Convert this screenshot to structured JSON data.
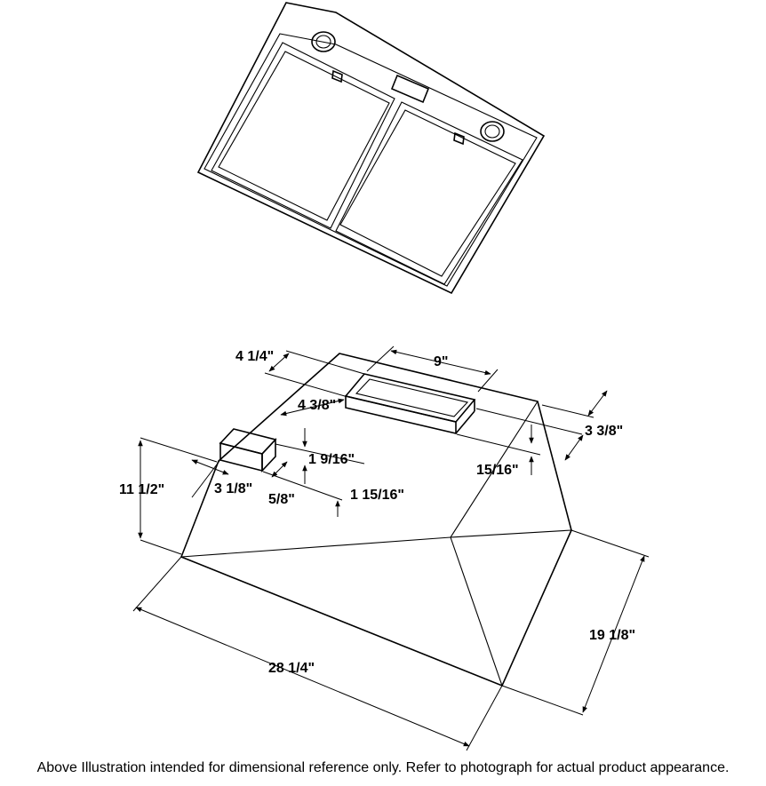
{
  "dimensions": {
    "width_overall": "28 1/4\"",
    "depth_overall": "19 1/8\"",
    "height_overall": "11 1/2\"",
    "duct_length": "9\"",
    "duct_offset_back": "4 1/4\"",
    "duct_offset_side": "4 3/8\"",
    "duct_depth": "3 3/8\"",
    "duct_height": "15/16\"",
    "plug_height": "1 9/16\"",
    "plug_width": "3 1/8\"",
    "plug_offset": "5/8\"",
    "plug_depth": "1 15/16\""
  },
  "caption": "Above Illustration intended for dimensional reference only. Refer to photograph for actual product appearance."
}
